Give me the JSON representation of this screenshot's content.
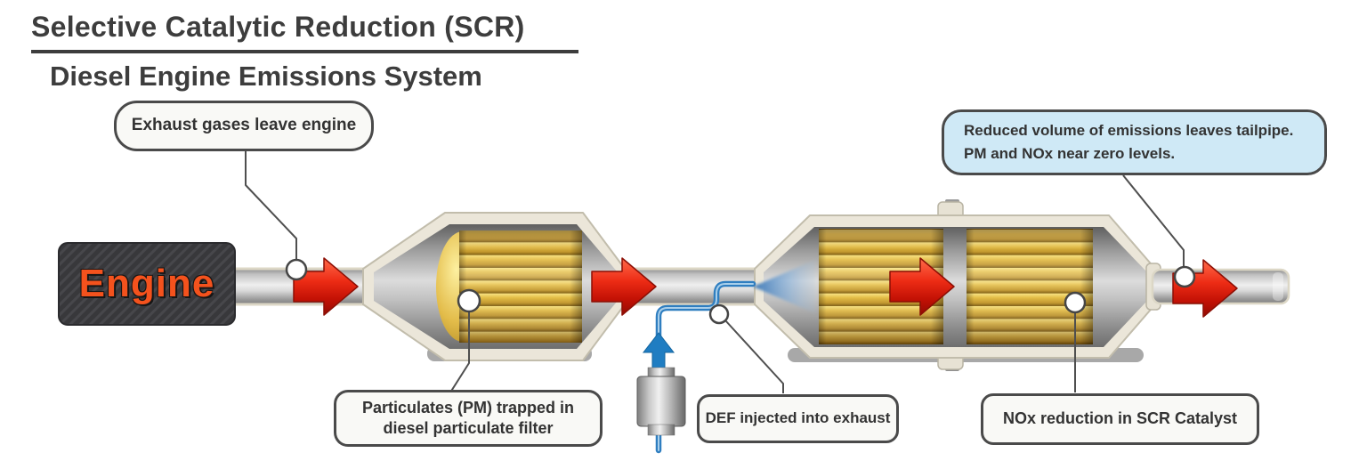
{
  "header": {
    "title": "Selective Catalytic Reduction (SCR)",
    "subtitle": "Diesel Engine Emissions System"
  },
  "engine": {
    "label": "Engine"
  },
  "callouts": {
    "exhaust": {
      "text": "Exhaust gases leave engine"
    },
    "pm": {
      "line1": "Particulates (PM) trapped in",
      "line2": "diesel particulate filter"
    },
    "def": {
      "text": "DEF injected into exhaust"
    },
    "nox": {
      "text": "NOx reduction in SCR Catalyst"
    },
    "tailpipe": {
      "line1": "Reduced volume of emissions leaves tailpipe.",
      "line2": "PM and NOx near zero levels."
    }
  },
  "palette": {
    "title_text": "#3d3d3d",
    "callout_border": "#4a4a4a",
    "callout_bg": "#f9f9f6",
    "callout_bg_highlight": "#cfe9f6",
    "engine_block": "#3a3a3d",
    "engine_text": "#f4521d",
    "flow_arrow_red": "#d81e0c",
    "def_blue": "#2f7ec0",
    "catalyst_gold": "#dcb23c",
    "pipe_gray": "#c9c9c9",
    "casing_cream": "#ebe6d9"
  }
}
